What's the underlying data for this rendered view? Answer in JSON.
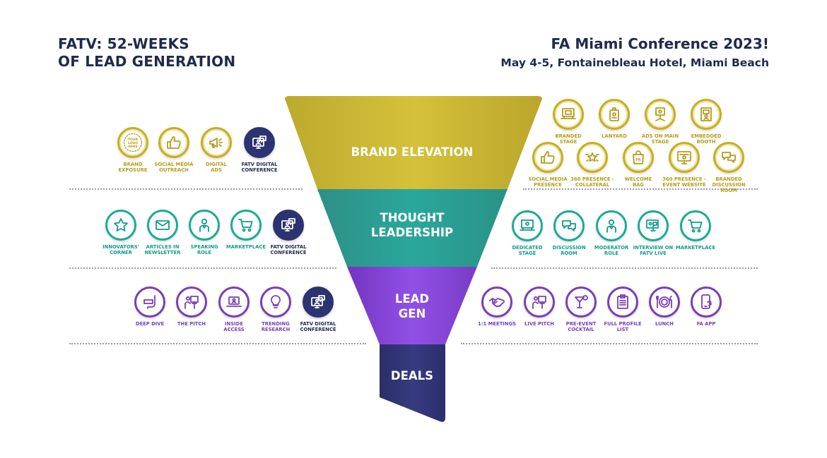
{
  "header": {
    "left_line1": "FATV: 52-WEEKS",
    "left_line2": "OF LEAD GENERATION",
    "right_title": "FA Miami Conference 2023!",
    "right_subtitle": "May 4-5, Fontainebleau Hotel, Miami Beach"
  },
  "colors": {
    "gold": "#c7ae1f",
    "teal": "#1aaa9b",
    "purple": "#7a3fb5",
    "navy": "#2b3470"
  },
  "funnel": {
    "stages": [
      {
        "line1": "BRAND ELEVATION",
        "line2": ""
      },
      {
        "line1": "THOUGHT",
        "line2": "LEADERSHIP"
      },
      {
        "line1": "LEAD",
        "line2": "GEN"
      },
      {
        "line1": "DEALS",
        "line2": ""
      }
    ]
  },
  "brand_left": [
    {
      "l1": "BRAND",
      "l2": "EXPOSURE",
      "icon": "logo-here-icon",
      "logo_text": "YOUR LOGO HERE"
    },
    {
      "l1": "SOCIAL MEDIA",
      "l2": "OUTREACH",
      "icon": "thumbs-up-icon"
    },
    {
      "l1": "DIGITAL",
      "l2": "ADS",
      "icon": "megaphone-icon"
    },
    {
      "l1": "FATV DIGITAL",
      "l2": "CONFERENCE",
      "icon": "video-monitor-icon"
    }
  ],
  "brand_right_row1": [
    {
      "l1": "BRANDED",
      "l2": "STAGE",
      "icon": "stage-icon"
    },
    {
      "l1": "LANYARD",
      "l2": "",
      "icon": "lanyard-icon"
    },
    {
      "l1": "ADS ON MAIN",
      "l2": "STAGE",
      "icon": "main-stage-icon"
    },
    {
      "l1": "EMBEDDED",
      "l2": "BOOTH",
      "icon": "booth-icon"
    }
  ],
  "brand_right_row2": [
    {
      "l1": "SOCIAL MEDIA",
      "l2": "PRESENCE",
      "l3": "",
      "icon": "thumbs-up-icon"
    },
    {
      "l1": "360 PRESENCE -",
      "l2": "COLLATERAL",
      "l3": "",
      "icon": "stars-icon"
    },
    {
      "l1": "WELCOME",
      "l2": "BAG",
      "l3": "",
      "icon": "welcome-bag-icon",
      "bag_text": "FA"
    },
    {
      "l1": "360 PRESENCE -",
      "l2": "EVENT WEBSITE",
      "l3": "",
      "icon": "website-icon"
    },
    {
      "l1": "BRANDED",
      "l2": "DISCUSSION",
      "l3": "ROOM",
      "icon": "chat-bubbles-icon"
    }
  ],
  "thought_left": [
    {
      "l1": "INNOVATORS'",
      "l2": "CORNER",
      "icon": "star-icon"
    },
    {
      "l1": "ARTICLES IN",
      "l2": "NEWSLETTER",
      "icon": "envelope-icon"
    },
    {
      "l1": "SPEAKING",
      "l2": "ROLE",
      "icon": "speaker-icon"
    },
    {
      "l1": "MARKETPLACE",
      "l2": "",
      "icon": "cart-icon"
    },
    {
      "l1": "FATV DIGITAL",
      "l2": "CONFERENCE",
      "icon": "video-monitor-icon"
    }
  ],
  "thought_right": [
    {
      "l1": "DEDICATED",
      "l2": "STAGE",
      "icon": "stage-icon"
    },
    {
      "l1": "DISCUSSION",
      "l2": "ROOM",
      "icon": "chat-bubbles-icon"
    },
    {
      "l1": "MODERATOR",
      "l2": "ROLE",
      "icon": "speaker-icon"
    },
    {
      "l1": "INTERVIEW ON",
      "l2": "FATV LIVE",
      "icon": "interview-icon"
    },
    {
      "l1": "MARKETPLACE",
      "l2": "",
      "icon": "cart-icon"
    }
  ],
  "lead_left": [
    {
      "l1": "DEEP DIVE",
      "l2": "",
      "icon": "snorkel-icon"
    },
    {
      "l1": "THE PITCH",
      "l2": "",
      "icon": "pitch-icon"
    },
    {
      "l1": "INSIDE",
      "l2": "ACCESS",
      "icon": "laptop-icon"
    },
    {
      "l1": "TRENDING",
      "l2": "RESEARCH",
      "icon": "lightbulb-icon"
    },
    {
      "l1": "FATV DIGITAL",
      "l2": "CONFERENCE",
      "icon": "video-monitor-icon"
    }
  ],
  "lead_right": [
    {
      "l1": "1:1 MEETINGS",
      "l2": "",
      "icon": "handshake-icon"
    },
    {
      "l1": "LIVE PITCH",
      "l2": "",
      "icon": "pitch-icon"
    },
    {
      "l1": "PRE-EVENT",
      "l2": "COCKTAIL",
      "icon": "cocktail-icon"
    },
    {
      "l1": "FULL PROFILE",
      "l2": "LIST",
      "icon": "clipboard-icon"
    },
    {
      "l1": "LUNCH",
      "l2": "",
      "icon": "plate-icon"
    },
    {
      "l1": "FA APP",
      "l2": "",
      "icon": "phone-icon"
    }
  ]
}
